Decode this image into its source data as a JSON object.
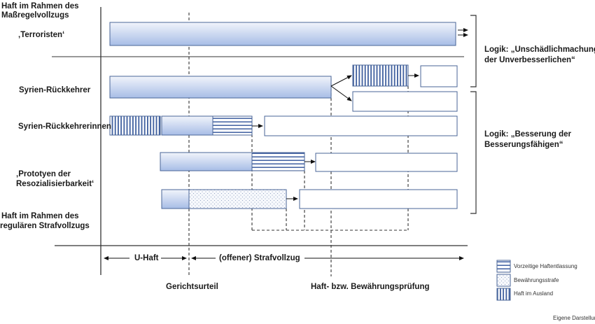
{
  "section_labels": {
    "top_line1": "Haft im Rahmen des",
    "top_line2": "Maßregelvollzugs",
    "bottom_line1": "Haft im Rahmen des",
    "bottom_line2": "regulären Strafvollzugs"
  },
  "group_labels": {
    "terroristen": "‚Terroristen‘",
    "syrien_rueckkehrer": "Syrien-Rückkehrer",
    "syrien_rueckkehrerinnen": "Syrien-Rückkehrerinnen",
    "prototypen_line1": "‚Prototyen der",
    "prototypen_line2": "Resozialisierbarkeit‘"
  },
  "logic_labels": {
    "upper_line1": "Logik: „Unschädlichmachung",
    "upper_line2": "der Unverbesserlichen“",
    "lower_line1": "Logik: „Besserung der",
    "lower_line2": "Besserungsfähigen“"
  },
  "timeline": {
    "u_haft": "U-Haft",
    "strafvollzug": "(offener) Strafvollzug",
    "gerichtsurteil": "Gerichtsurteil",
    "pruefung": "Haft- bzw. Bewährungsprüfung"
  },
  "legend": [
    {
      "pattern": "horizontal-stripes",
      "label": "Vorzeitige Haftentlassung"
    },
    {
      "pattern": "dots",
      "label": "Bewährungsstrafe"
    },
    {
      "pattern": "vertical-stripes",
      "label": "Haft im Ausland"
    }
  ],
  "source": "Eigene Darstellung",
  "colors": {
    "bar_fill_top": "#eef2fb",
    "bar_fill_bottom": "#a9bfe6",
    "bar_stroke": "#4a6597",
    "stripe": "#3f5f9e",
    "line": "#222222"
  }
}
